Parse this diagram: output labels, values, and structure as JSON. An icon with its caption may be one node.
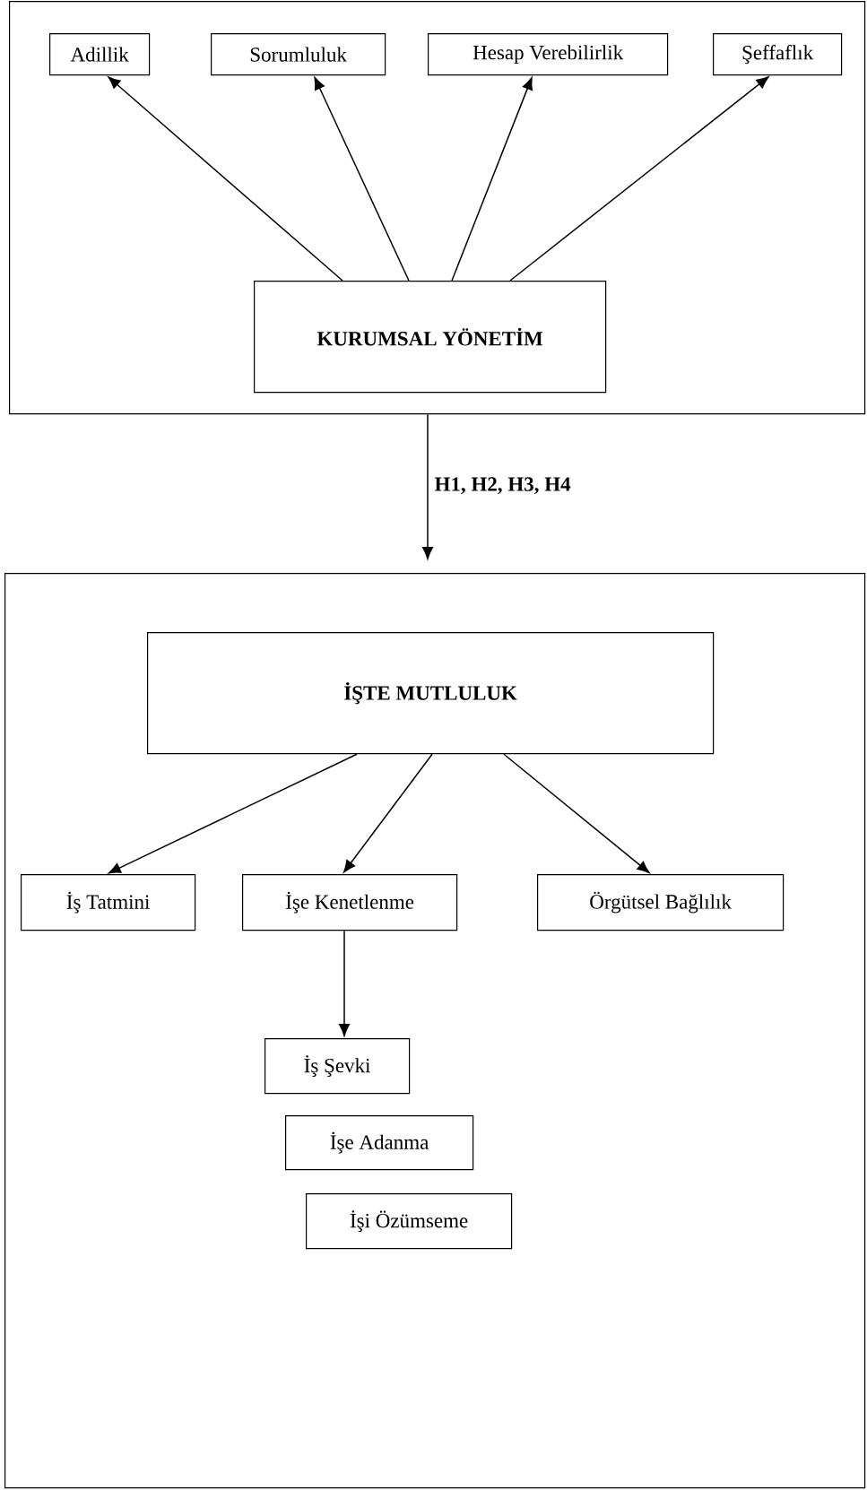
{
  "diagram": {
    "nodes": [
      {
        "text": [],
        "shape": "box"
      },
      {
        "text": [
          "Adillik"
        ],
        "in": 0
      },
      {
        "text": [
          "Sorumluluk"
        ],
        "in": 0
      },
      {
        "text": [
          "Hesap Verebilirlik"
        ],
        "in": 0
      },
      {
        "text": [
          "Şeffaflık"
        ],
        "in": 0
      },
      {
        "text": [
          "KURUMSAL YÖNETİM"
        ],
        "in": 0
      },
      {
        "text": [],
        "shape": "box"
      },
      {
        "text": [
          "İŞTE MUTLULUK"
        ],
        "in": 6
      },
      {
        "text": [
          "İş Tatmini"
        ],
        "in": 6
      },
      {
        "text": [
          "İşe Kenetlenme"
        ],
        "in": 6
      },
      {
        "text": [
          "Örgütsel Bağlılık"
        ],
        "in": 6
      },
      {
        "text": [
          "İş Şevki"
        ],
        "in": 6
      },
      {
        "text": [
          "İşe Adanma"
        ],
        "in": 6
      },
      {
        "text": [
          "İşi Özümseme"
        ],
        "in": 6
      }
    ],
    "edges": [
      {
        "from": 5,
        "to": 1,
        "arrow": "to"
      },
      {
        "from": 5,
        "to": 2,
        "arrow": "to"
      },
      {
        "from": 5,
        "to": 3,
        "arrow": "to"
      },
      {
        "from": 5,
        "to": 4,
        "arrow": "to"
      },
      {
        "from": 0,
        "to": 6,
        "arrow": "to",
        "label": "H1, H2, H3, H4"
      },
      {
        "from": 7,
        "to": 8,
        "arrow": "to"
      },
      {
        "from": 7,
        "to": 9,
        "arrow": "to"
      },
      {
        "from": 7,
        "to": 10,
        "arrow": "to"
      },
      {
        "from": 9,
        "to": 11,
        "arrow": "to"
      }
    ]
  }
}
